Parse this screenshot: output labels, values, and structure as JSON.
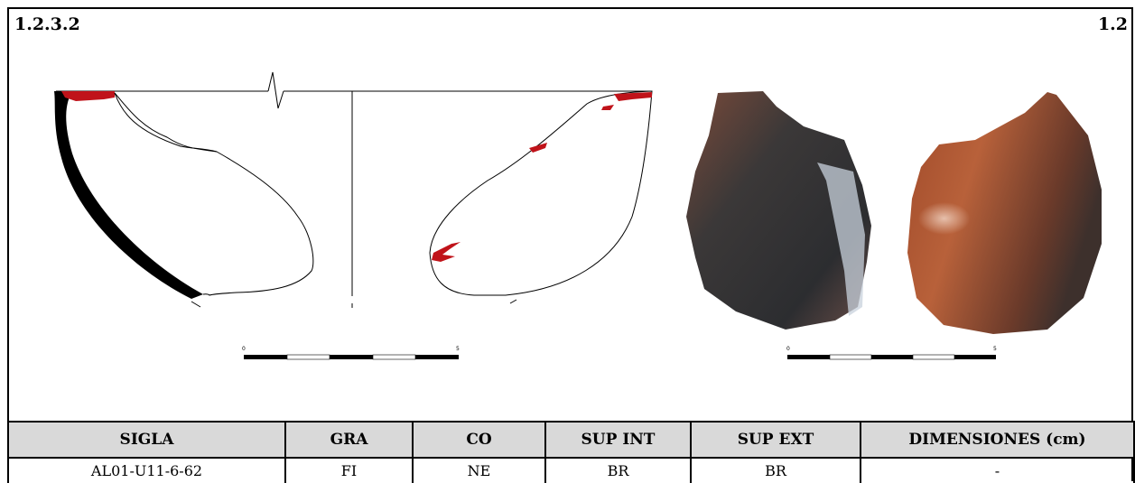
{
  "header": {
    "id_left": "1.2.3.2",
    "id_right": "1.2"
  },
  "drawing": {
    "scale_min": "0",
    "scale_max": "5"
  },
  "photo": {
    "scale_min": "0",
    "scale_max": "5"
  },
  "table": {
    "headers": [
      "SIGLA",
      "GRA",
      "CO",
      "SUP INT",
      "SUP EXT",
      "DIMENSIONES (cm)"
    ],
    "row": [
      "AL01-U11-6-62",
      "FI",
      "NE",
      "BR",
      "BR",
      "-"
    ]
  },
  "colors": {
    "slip_red": "#c0131a",
    "header_bg": "#d9d9d9"
  }
}
